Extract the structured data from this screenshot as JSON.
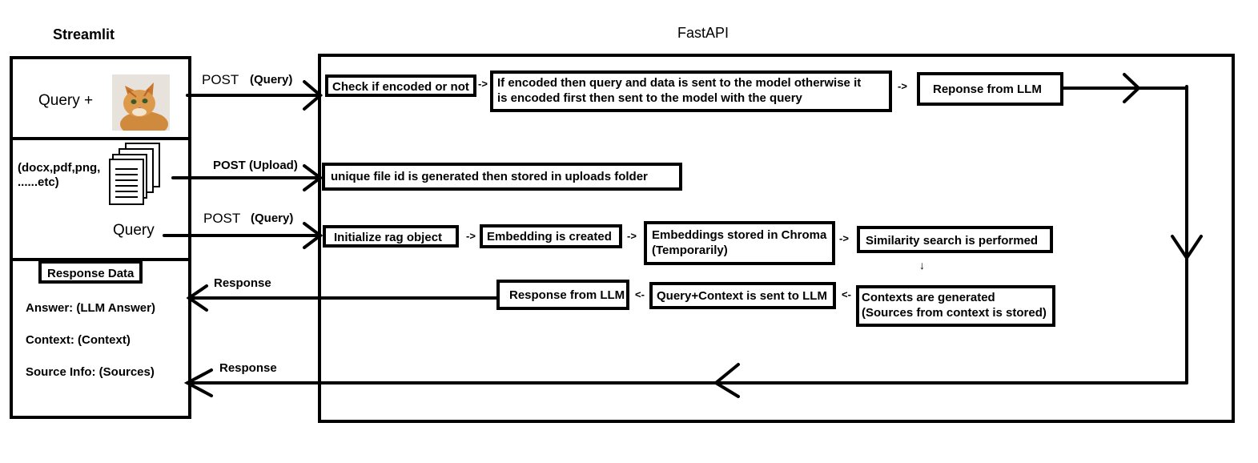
{
  "titles": {
    "streamlit": "Streamlit",
    "fastapi": "FastAPI"
  },
  "client": {
    "query_plus": "Query +",
    "image_icon": "cat-photo",
    "doc_icon": "documents-icon",
    "file_types_line1": "(docx,pdf,png,",
    "file_types_line2": "......etc)",
    "query": "Query",
    "response_data": "Response Data",
    "answer": "Answer: (LLM Answer)",
    "context": "Context: (Context)",
    "source_info": "Source Info: (Sources)"
  },
  "requests": {
    "post_query_1_method": "POST",
    "post_query_1_arg": "(Query)",
    "post_upload": "POST (Upload)",
    "post_query_2_method": "POST",
    "post_query_2_arg": "(Query)",
    "response_1": "Response",
    "response_2": "Response"
  },
  "row1": {
    "check": "Check if encoded or not",
    "sep1": "->",
    "encoded_line1": "If encoded then query and data is sent to the model otherwise it",
    "encoded_line2": "is encoded first then sent to the model with the query",
    "sep2": "->",
    "response": "Reponse from LLM"
  },
  "row2": {
    "upload": "unique file id is generated then stored in uploads folder"
  },
  "row3": {
    "init": "Initialize rag object",
    "sep1": "->",
    "embedding": "Embedding is created",
    "sep2": "->",
    "stored_line1": "Embeddings stored in Chroma",
    "stored_line2": "(Temporarily)",
    "sep3": "->",
    "similarity": "Similarity search is performed",
    "down_sep": "↓"
  },
  "row4": {
    "contexts_line1": "Contexts are generated",
    "contexts_line2": "(Sources from context is stored)",
    "sep1": "<-",
    "query_context": "Query+Context is sent to LLM",
    "sep2": "<-",
    "response": "Response from LLM"
  }
}
